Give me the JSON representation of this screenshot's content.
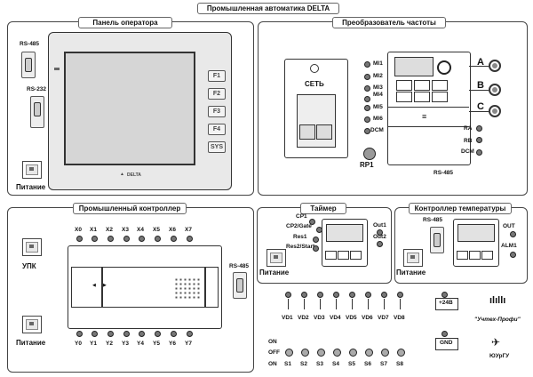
{
  "header": {
    "title": "Промышленная автоматика DELTA"
  },
  "operator_panel": {
    "title": "Панель оператора",
    "rs485": "RS-485",
    "rs232": "RS-232",
    "power": "Питание",
    "fkeys": [
      "F1",
      "F2",
      "F3",
      "F4",
      "SYS"
    ],
    "brand": "DELTA"
  },
  "vfd": {
    "title": "Преобразователь частоты",
    "mains": "СЕТЬ",
    "inputs": [
      "MI1",
      "MI2",
      "MI3",
      "MI4",
      "MI5",
      "MI6",
      "DCM"
    ],
    "outputs_abc": [
      "A",
      "B",
      "C"
    ],
    "outputs_r": [
      "RA",
      "RB",
      "DCM"
    ],
    "rp": "RP1",
    "rs485": "RS-485"
  },
  "plc": {
    "title": "Промышленный контроллер",
    "x_labels": [
      "X0",
      "X1",
      "X2",
      "X3",
      "X4",
      "X5",
      "X6",
      "X7"
    ],
    "y_labels": [
      "Y0",
      "Y1",
      "Y2",
      "Y3",
      "Y4",
      "Y5",
      "Y6",
      "Y7"
    ],
    "upk": "УПК",
    "power": "Питание",
    "rs485": "RS-485"
  },
  "timer": {
    "title": "Таймер",
    "left_terms": [
      "CP1",
      "CP2/Gate",
      "Res1",
      "Res2/Start"
    ],
    "right_terms": [
      "Out1",
      "Out2"
    ],
    "power": "Питание"
  },
  "temp": {
    "title": "Контроллер температуры",
    "rs485": "RS-485",
    "out": "OUT",
    "alm": "ALM1",
    "power": "Питание"
  },
  "vd": {
    "labels": [
      "VD1",
      "VD2",
      "VD3",
      "VD4",
      "VD5",
      "VD6",
      "VD7",
      "VD8"
    ],
    "plus24": "+24В"
  },
  "switches": {
    "labels": [
      "S1",
      "S2",
      "S3",
      "S4",
      "S5",
      "S6",
      "S7",
      "S8"
    ],
    "on": "ON",
    "off": "OFF",
    "on2": "ON",
    "gnd": "GND"
  },
  "logos": {
    "company": "\"Учтех-Профи\"",
    "university": "ЮУрГУ"
  }
}
